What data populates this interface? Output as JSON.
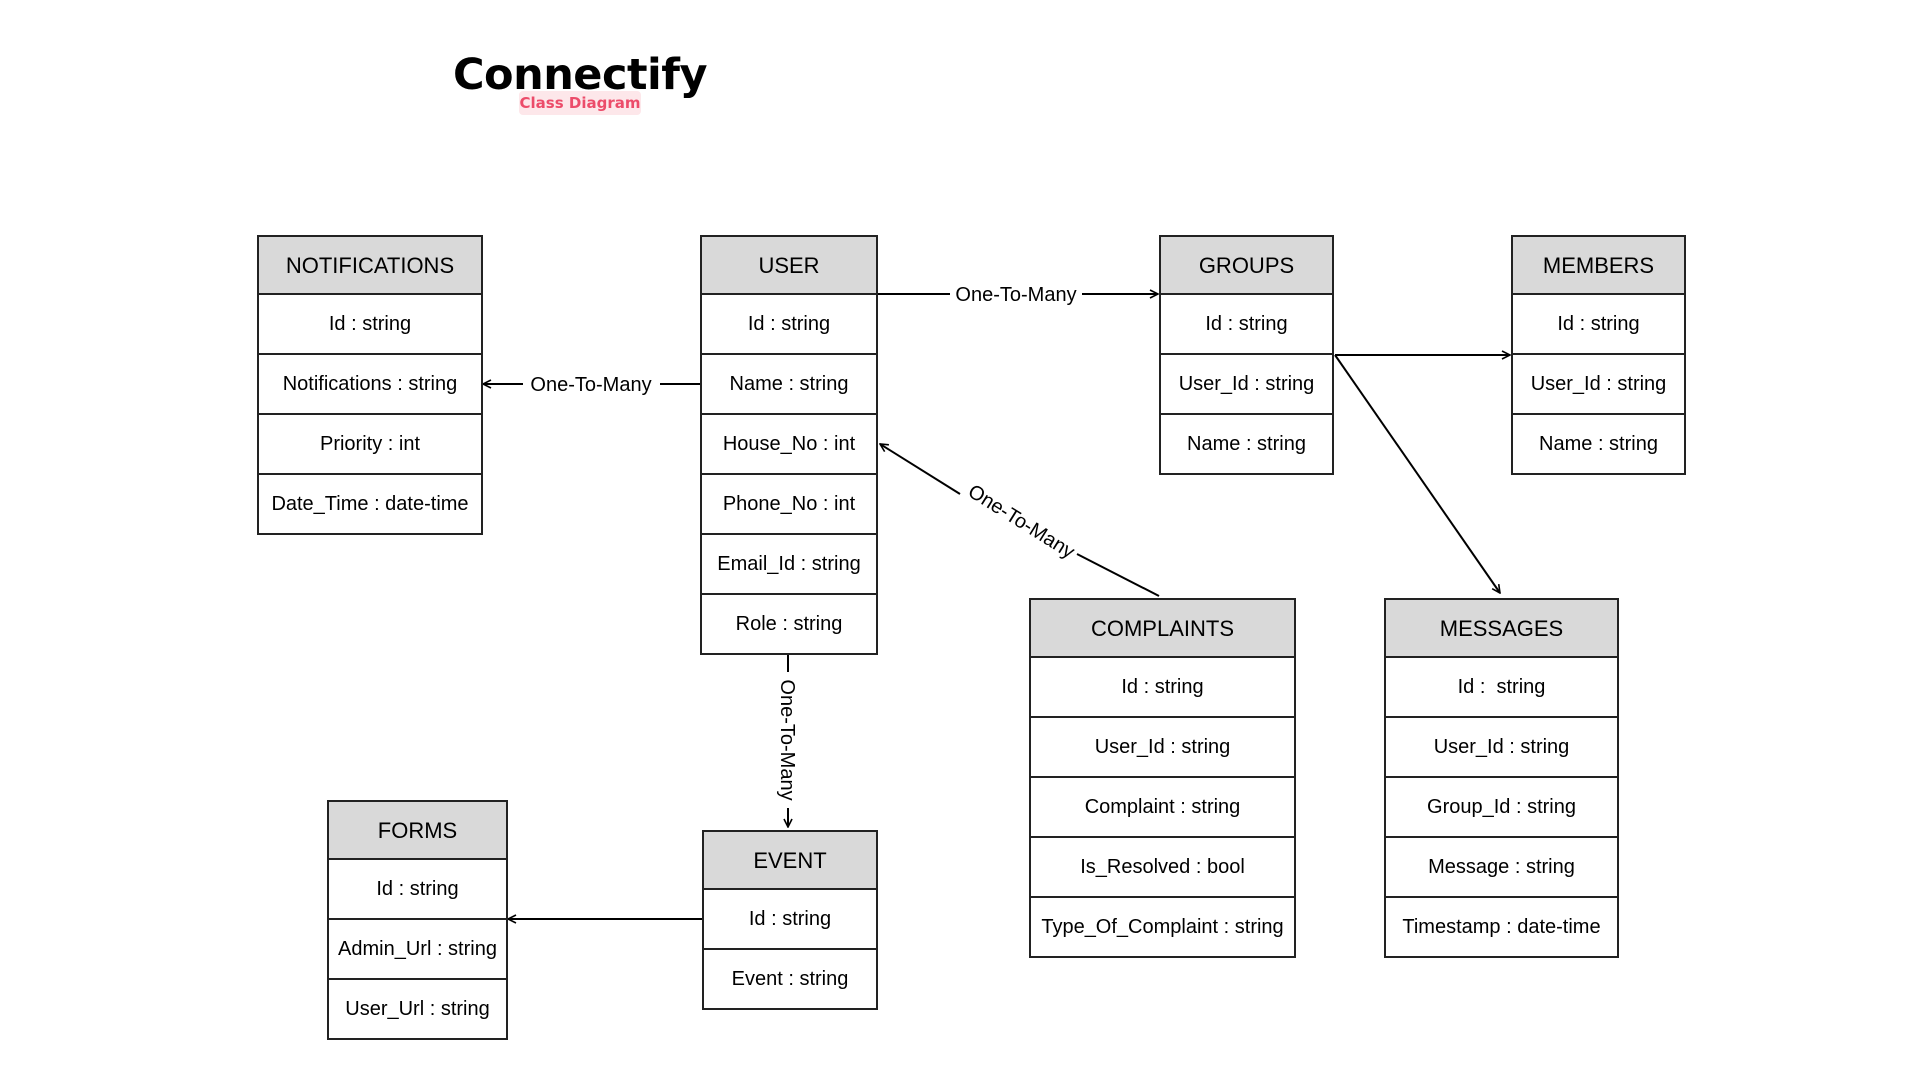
{
  "header": {
    "title": "Connectify",
    "subtitle": "Class Diagram"
  },
  "colors": {
    "header_fill": "#d9d9d9",
    "subtitle_bg": "#fde7ea",
    "subtitle_text": "#ec4c6a",
    "line": "#000000"
  },
  "entities": {
    "notifications": {
      "name": "NOTIFICATIONS",
      "fields": [
        "Id : string",
        "Notifications : string",
        "Priority : int",
        "Date_Time : date-time"
      ]
    },
    "user": {
      "name": "USER",
      "fields": [
        "Id : string",
        "Name : string",
        "House_No : int",
        "Phone_No : int",
        "Email_Id : string",
        "Role : string"
      ]
    },
    "groups": {
      "name": "GROUPS",
      "fields": [
        "Id : string",
        "User_Id : string",
        "Name : string"
      ]
    },
    "members": {
      "name": "MEMBERS",
      "fields": [
        "Id : string",
        "User_Id : string",
        "Name : string"
      ]
    },
    "complaints": {
      "name": "COMPLAINTS",
      "fields": [
        "Id : string",
        "User_Id : string",
        "Complaint : string",
        "Is_Resolved : bool",
        "Type_Of_Complaint : string"
      ]
    },
    "messages": {
      "name": "MESSAGES",
      "fields": [
        "Id :  string",
        "User_Id : string",
        "Group_Id : string",
        "Message : string",
        "Timestamp : date-time"
      ]
    },
    "forms": {
      "name": "FORMS",
      "fields": [
        "Id : string",
        "Admin_Url : string",
        "User_Url : string"
      ]
    },
    "event": {
      "name": "EVENT",
      "fields": [
        "Id : string",
        "Event : string"
      ]
    }
  },
  "relationships": {
    "user_notifications": "One-To-Many",
    "user_groups": "One-To-Many",
    "complaints_user": "One-To-Many",
    "user_event": "One-To-Many"
  }
}
